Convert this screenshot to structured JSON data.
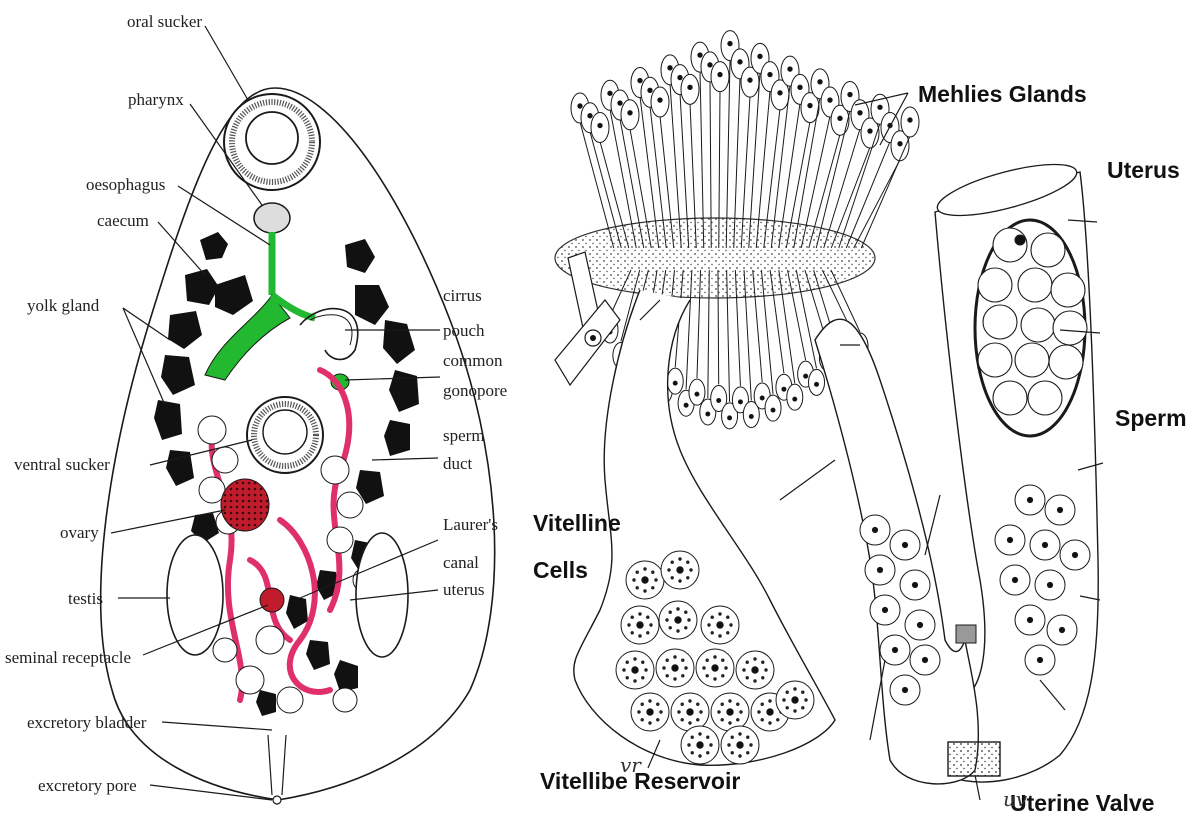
{
  "left_figure": {
    "labels": {
      "oral_sucker": "oral sucker",
      "pharynx": "pharynx",
      "oesophagus": "oesophagus",
      "caecum": "caecum",
      "yolk_gland": "yolk gland",
      "cirrus": "cirrus",
      "pouch": "pouch",
      "common": "common",
      "gonopore": "gonopore",
      "sperm": "sperm",
      "duct": "duct",
      "ventral_sucker": "ventral sucker",
      "ovary": "ovary",
      "laurers": "Laurer's",
      "canal": "canal",
      "uterus": "uterus",
      "testis": "testis",
      "seminal_receptacle": "seminal receptacle",
      "excretory_bladder": "excretory bladder",
      "excretory_pore": "excretory pore"
    }
  },
  "right_figure": {
    "labels": {
      "mehlies_glands": "Mehlies Glands",
      "uterus": "Uterus",
      "sperm": "Sperm",
      "vitelline": "Vitelline",
      "cells": "Cells",
      "vitelline_reservoir": "Vitellibe Reservoir",
      "uterine_valve": "Uterine Valve"
    },
    "scribbles": {
      "vr": "vr",
      "uv": "uv"
    }
  },
  "colors": {
    "ink": "#1a1a1a",
    "digestive": "#22b830",
    "reproductive": "#e0306a",
    "ovary": "#c01c2c",
    "yolk": "#111111"
  }
}
